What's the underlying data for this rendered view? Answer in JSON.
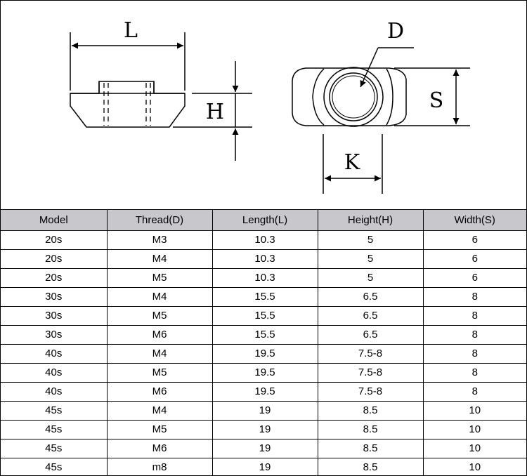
{
  "diagram": {
    "labels": {
      "length": "L",
      "height": "H",
      "diameter": "D",
      "width": "S",
      "k": "K"
    }
  },
  "table": {
    "headers": [
      "Model",
      "Thread(D)",
      "Length(L)",
      "Height(H)",
      "Width(S)"
    ],
    "rows": [
      [
        "20s",
        "M3",
        "10.3",
        "5",
        "6"
      ],
      [
        "20s",
        "M4",
        "10.3",
        "5",
        "6"
      ],
      [
        "20s",
        "M5",
        "10.3",
        "5",
        "6"
      ],
      [
        "30s",
        "M4",
        "15.5",
        "6.5",
        "8"
      ],
      [
        "30s",
        "M5",
        "15.5",
        "6.5",
        "8"
      ],
      [
        "30s",
        "M6",
        "15.5",
        "6.5",
        "8"
      ],
      [
        "40s",
        "M4",
        "19.5",
        "7.5-8",
        "8"
      ],
      [
        "40s",
        "M5",
        "19.5",
        "7.5-8",
        "8"
      ],
      [
        "40s",
        "M6",
        "19.5",
        "7.5-8",
        "8"
      ],
      [
        "45s",
        "M4",
        "19",
        "8.5",
        "10"
      ],
      [
        "45s",
        "M5",
        "19",
        "8.5",
        "10"
      ],
      [
        "45s",
        "M6",
        "19",
        "8.5",
        "10"
      ],
      [
        "45s",
        "m8",
        "19",
        "8.5",
        "10"
      ]
    ]
  },
  "colors": {
    "header_bg": "#c8c8cc",
    "line": "#000000"
  }
}
